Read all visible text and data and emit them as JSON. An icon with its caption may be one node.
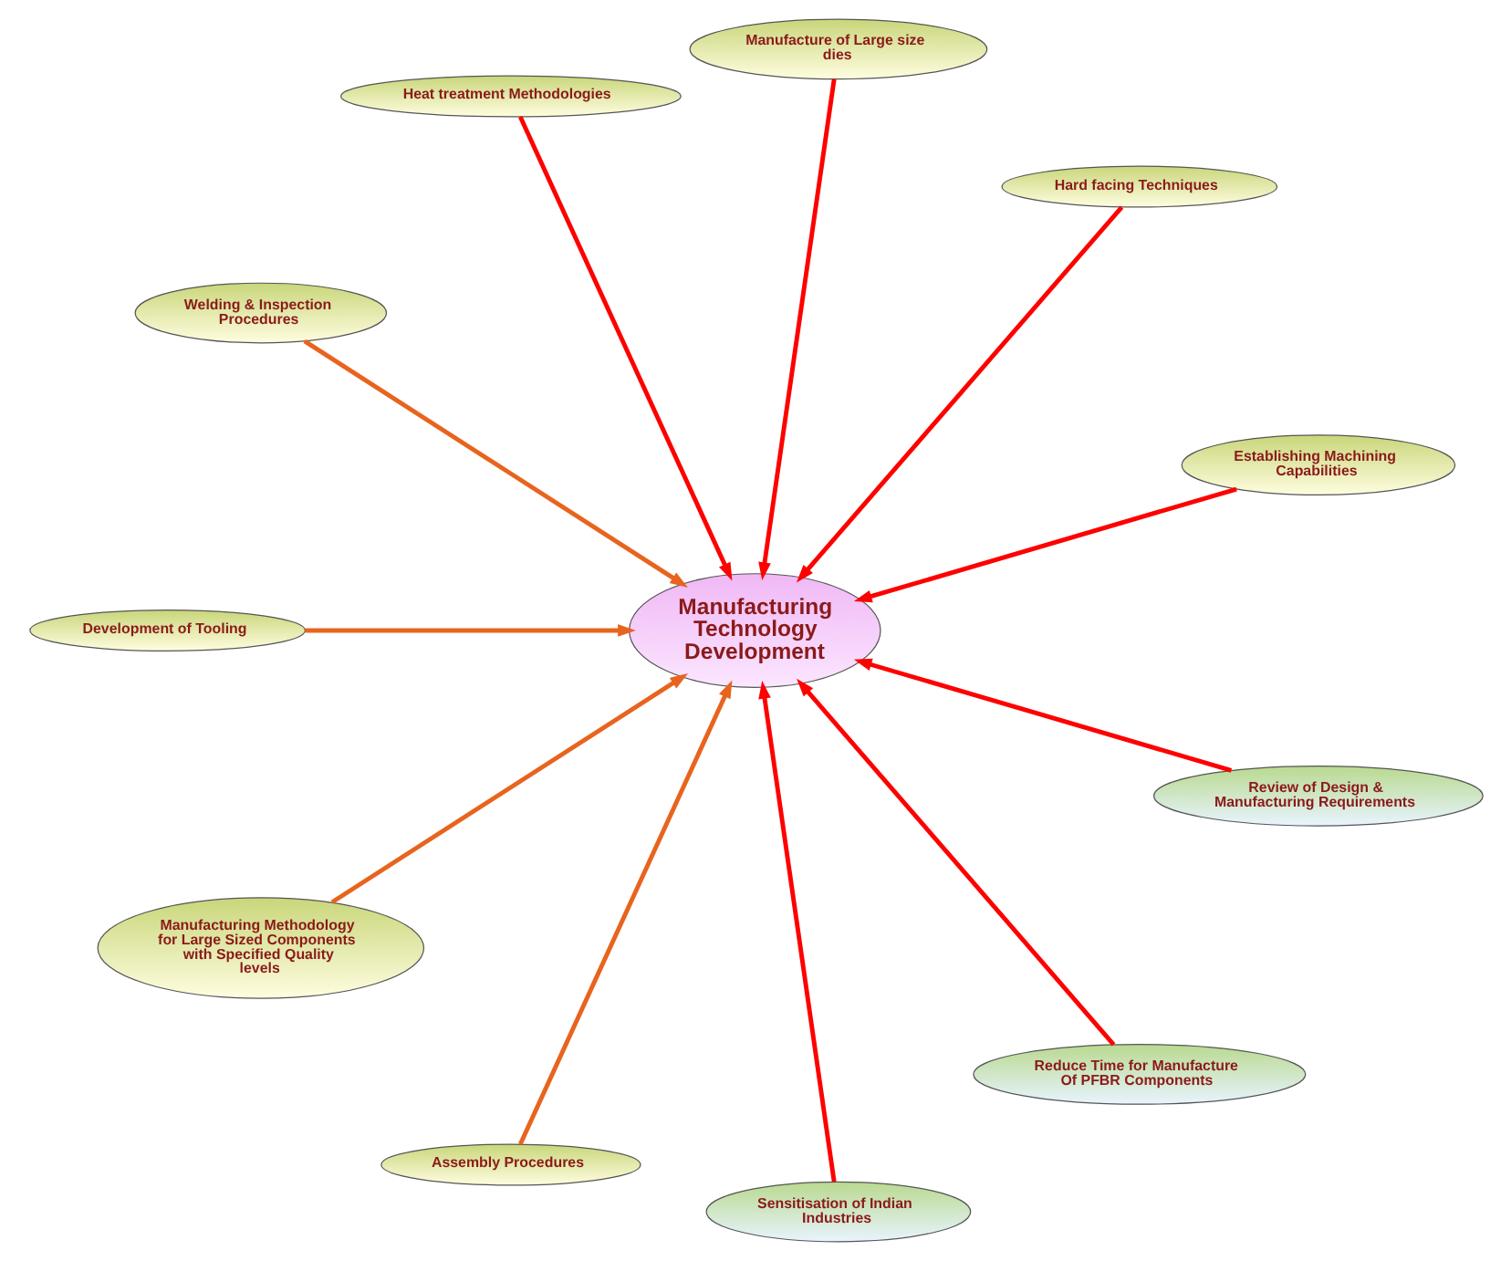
{
  "diagram": {
    "nodes": [
      {
        "text": [
          "Manufacturing Technology Development"
        ]
      },
      {
        "text": [
          "Establishing Machining Capabilities"
        ]
      },
      {
        "text": [
          "Hard facing Techniques"
        ]
      },
      {
        "text": [
          "Manufacture of Large size dies"
        ]
      },
      {
        "text": [
          "Heat treatment Methodologies"
        ]
      },
      {
        "text": [
          "Welding & Inspection Procedures"
        ]
      },
      {
        "text": [
          "Development of Tooling"
        ]
      },
      {
        "text": [
          "Manufacturing Methodology for Large Sized Components with Specified Quality levels"
        ]
      },
      {
        "text": [
          "Assembly Procedures"
        ]
      },
      {
        "text": [
          "Sensitisation of Indian Industries"
        ]
      },
      {
        "text": [
          "Reduce Time for Manufacture Of PFBR Components"
        ]
      },
      {
        "text": [
          "Review of Design & Manufacturing Requirements"
        ]
      }
    ],
    "edges": [
      {
        "from": 1,
        "to": 0,
        "arrow": "to"
      },
      {
        "from": 2,
        "to": 0,
        "arrow": "to"
      },
      {
        "from": 3,
        "to": 0,
        "arrow": "to"
      },
      {
        "from": 4,
        "to": 0,
        "arrow": "to"
      },
      {
        "from": 5,
        "to": 0,
        "arrow": "to",
        "color": "#e8641e"
      },
      {
        "from": 6,
        "to": 0,
        "arrow": "to",
        "color": "#e8641e"
      },
      {
        "from": 7,
        "to": 0,
        "arrow": "to",
        "color": "#e8641e"
      },
      {
        "from": 8,
        "to": 0,
        "arrow": "to",
        "color": "#e8641e"
      },
      {
        "from": 9,
        "to": 0,
        "arrow": "to"
      },
      {
        "from": 10,
        "to": 0,
        "arrow": "to"
      },
      {
        "from": 11,
        "to": 0,
        "arrow": "to"
      }
    ]
  }
}
